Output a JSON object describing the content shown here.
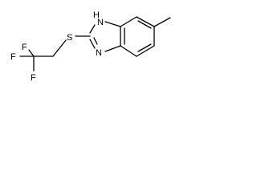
{
  "molecule": {
    "atoms": {
      "nh": "H",
      "n_upper": "N",
      "n_lower": "N",
      "s": "S",
      "f1": "F",
      "f2": "F",
      "f3": "F"
    }
  }
}
